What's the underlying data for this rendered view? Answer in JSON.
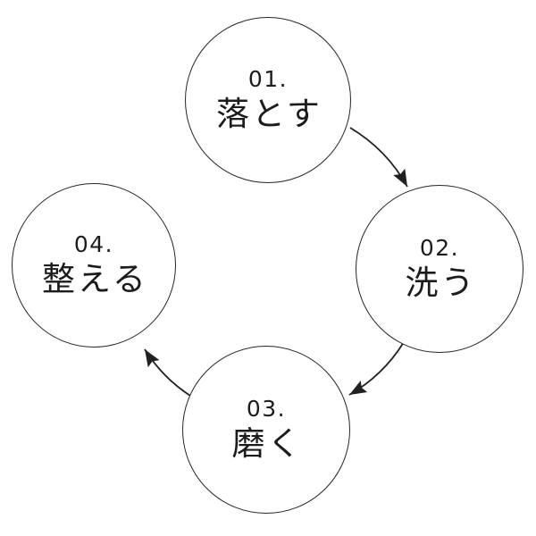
{
  "diagram": {
    "type": "cycle-steps",
    "background_color": "#ffffff",
    "line_color": "#212121",
    "text_color": "#1c1c1c",
    "nodes": [
      {
        "number": "01.",
        "label": "落とす"
      },
      {
        "number": "02.",
        "label": "洗う"
      },
      {
        "number": "03.",
        "label": "磨く"
      },
      {
        "number": "04.",
        "label": "整える"
      }
    ],
    "arrows": [
      {
        "from": "01",
        "to": "02",
        "style": "curved-clockwise"
      },
      {
        "from": "02",
        "to": "03",
        "style": "curved-clockwise"
      },
      {
        "from": "03",
        "to": "04",
        "style": "curved-clockwise"
      }
    ]
  }
}
